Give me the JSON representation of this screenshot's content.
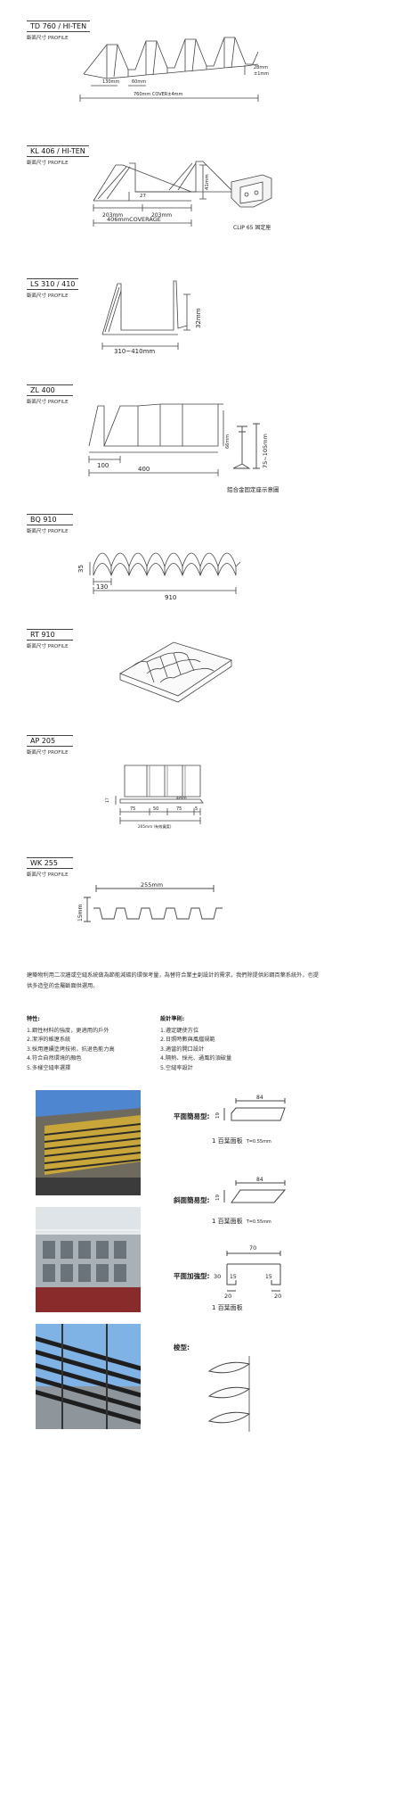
{
  "profile_label": "斷面尺寸 PROFILE",
  "profiles": [
    {
      "code": "TD 760 / HI-TEN",
      "dims": {
        "pitch": "130mm",
        "rib": "60mm",
        "cover": "760mm COVER±4mm",
        "height": "28mm",
        "tol": "±1mm"
      }
    },
    {
      "code": "KL 406 / HI-TEN",
      "dims": {
        "center": "27",
        "left": "203mm",
        "right": "203mm",
        "cover": "406mmCOVERAGE",
        "height": "41mm",
        "clip": "CLIP 65 固定座"
      }
    },
    {
      "code": "LS 310 / 410",
      "dims": {
        "width": "310~410mm",
        "height": "32mm"
      }
    },
    {
      "code": "ZL 400",
      "dims": {
        "pitch": "100",
        "cover": "400",
        "height": "66mm",
        "bracket_h": "75~105mm",
        "bracket": "鋁合金固定座示意圖"
      }
    },
    {
      "code": "BQ 910",
      "dims": {
        "height": "35",
        "pitch": "130",
        "cover": "910"
      }
    },
    {
      "code": "RT 910",
      "dims": {}
    },
    {
      "code": "AP 205",
      "dims": {
        "h": "17",
        "a": "75",
        "b": "50",
        "c": "75",
        "d": "5",
        "t": "4mm",
        "cover": "205mm (有效寬度)"
      }
    },
    {
      "code": "WK 255",
      "dims": {
        "width": "255mm",
        "height": "15mm"
      }
    }
  ],
  "intro": "建築物利用二次牆或空縫系統做為節能減碳的環保考量，為替符合業主創設計的需求，我們除提供彩鋼百葉系統外，也提供多造型的金屬斷面供選用。",
  "features": {
    "title": "特性:",
    "items": [
      "1.鋼性材料的強度，更適用的戶外",
      "2.潔淨的維遼系統",
      "3.採用連續塗烤技術，抗退色能力高",
      "4.符合自然環境的顏色",
      "5.多樣空縫率選擇"
    ]
  },
  "design": {
    "title": "設計準則:",
    "items": [
      "1.遵定鍵使方位",
      "2.日照時數與風擋規範",
      "3.適當的開口設計",
      "4.隔熱、採光、通風的須破量",
      "5.空縫率設計"
    ]
  },
  "louvers": [
    {
      "type": "平面簡易型:",
      "w": "84",
      "h": "19",
      "cap": "1 百葉面板",
      "spec": "T=0.55mm"
    },
    {
      "type": "斜面簡易型:",
      "w": "84",
      "h": "19",
      "cap": "1 百葉面板",
      "spec": "T=0.55mm"
    },
    {
      "type": "平面加強型:",
      "w": "70",
      "side": "30",
      "lip_l": "15",
      "lip_r": "15",
      "base_l": "20",
      "base_r": "20",
      "cap": "1 百葉面板"
    },
    {
      "type": "梭型:"
    }
  ]
}
